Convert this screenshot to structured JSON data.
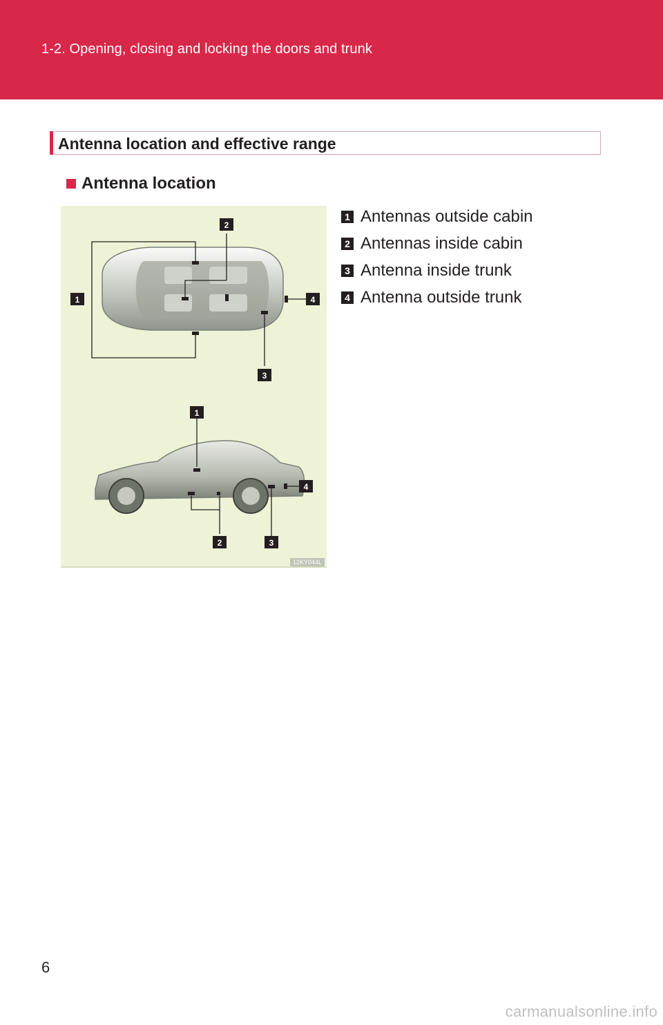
{
  "header": {
    "breadcrumb": "1-2. Opening, closing and locking the doors and trunk"
  },
  "section": {
    "title": "Antenna location and effective range"
  },
  "subsection": {
    "title": "Antenna location"
  },
  "figure": {
    "code": "12KY044L",
    "top_view_callouts": [
      "1",
      "2",
      "3",
      "4"
    ],
    "side_view_callouts": [
      "1",
      "2",
      "3",
      "4"
    ]
  },
  "legend": [
    {
      "num": "1",
      "label": "Antennas outside cabin"
    },
    {
      "num": "2",
      "label": "Antennas inside cabin"
    },
    {
      "num": "3",
      "label": "Antenna inside trunk"
    },
    {
      "num": "4",
      "label": "Antenna outside trunk"
    }
  ],
  "page_number": "6",
  "watermark": "carmanualsonline.info",
  "colors": {
    "brand_red": "#d8284a",
    "figure_bg": "#eef2d6"
  }
}
